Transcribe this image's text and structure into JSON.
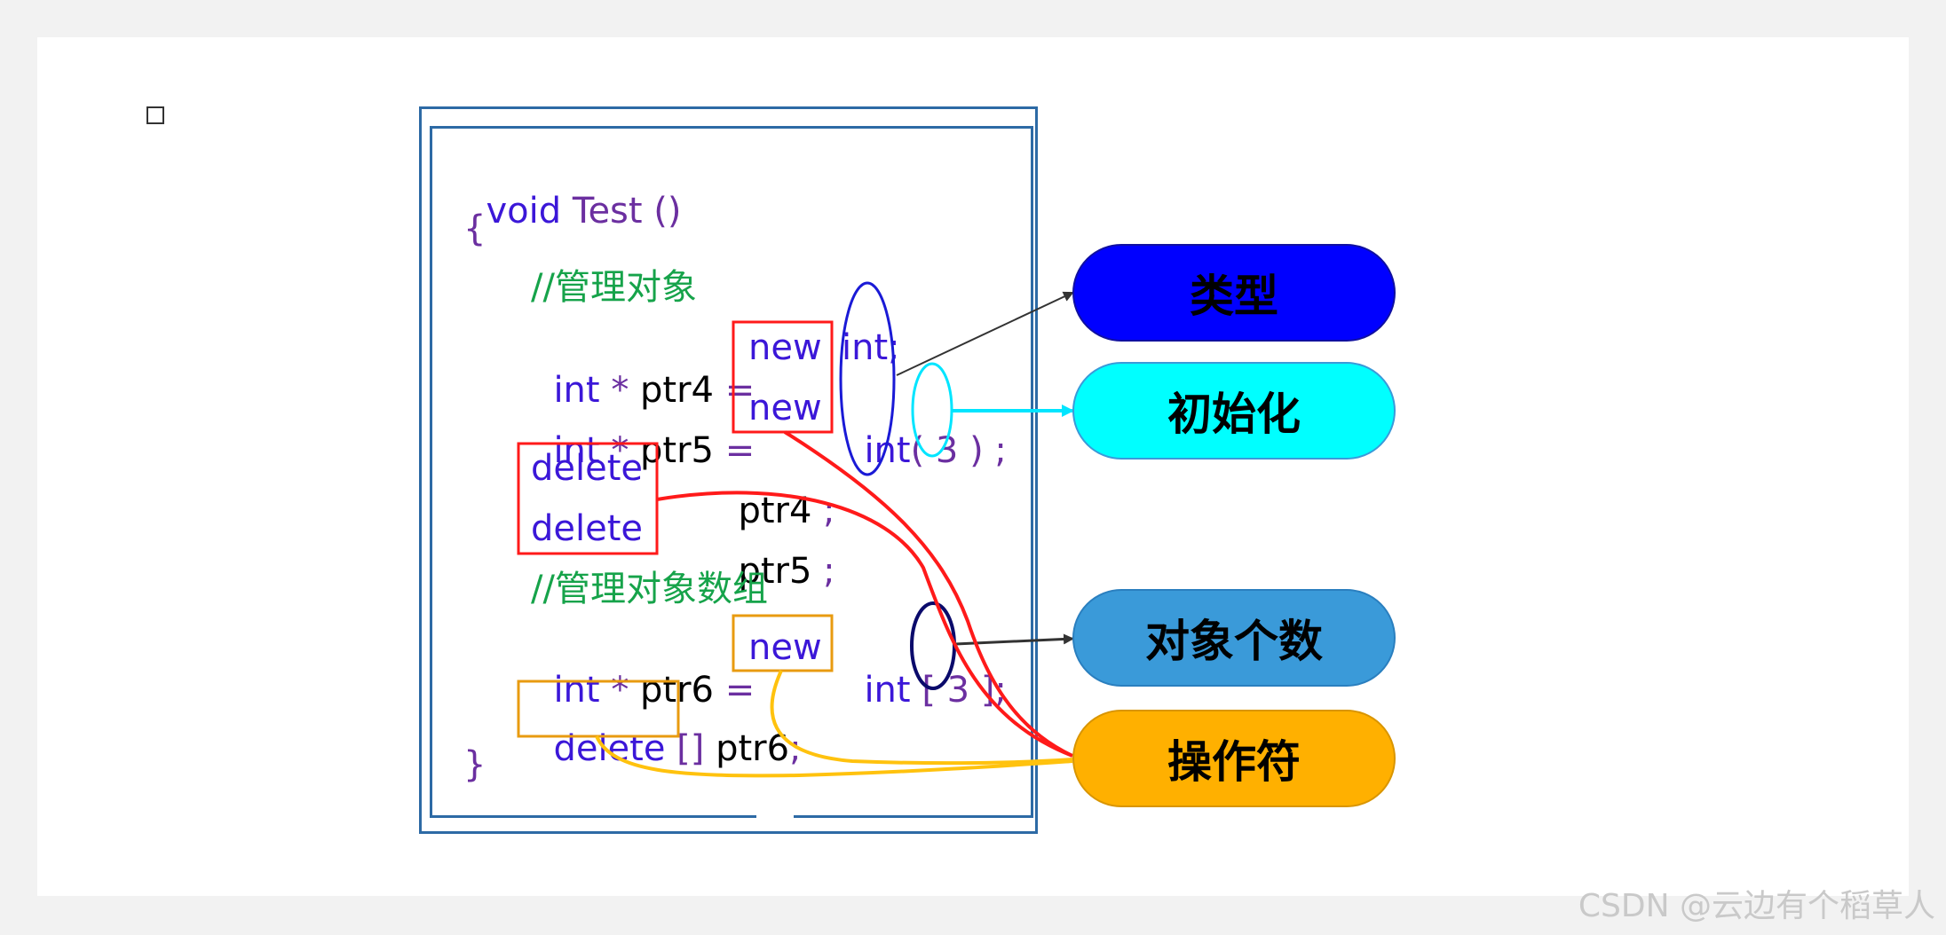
{
  "code": {
    "line1": {
      "kw": "void",
      "name": "Test ()"
    },
    "open_brace": "{",
    "comment1": "//管理对象",
    "line_ptr4": {
      "type": "int",
      "star": "*",
      "var": "ptr4",
      "eq": "=",
      "op": "new",
      "t": "int;"
    },
    "line_ptr5": {
      "type": "int",
      "star": "*",
      "var": "ptr5",
      "eq": "=",
      "op": "new",
      "t": "int",
      "lp": "(",
      "n": "3",
      "rp": ")",
      "semi": ";"
    },
    "delete1": {
      "op": "delete",
      "var": "ptr4",
      "semi": ";"
    },
    "delete2": {
      "op": "delete",
      "var": "ptr5",
      "semi": ";"
    },
    "comment2": "//管理对象数组",
    "line_ptr6": {
      "type": "int",
      "star": "*",
      "var": "ptr6",
      "eq": "=",
      "op": "new",
      "t": "int",
      "lb": "[",
      "n": "3",
      "rb": "]",
      "semi": ";"
    },
    "delete3": {
      "op": "delete",
      "brackets": "[]",
      "var": "ptr6",
      "semi": ";"
    },
    "close_brace": "}"
  },
  "labels": {
    "type": {
      "text": "类型",
      "color": "#0000ff"
    },
    "init": {
      "text": "初始化",
      "color": "#00ffff"
    },
    "count": {
      "text": "对象个数",
      "color": "#3a9ad9"
    },
    "operator": {
      "text": "操作符",
      "color": "#ffb000"
    }
  },
  "colors": {
    "frame": "#2d6aa5",
    "red_box": "#ff1a1a",
    "orange_box": "#e89b10",
    "blue_ellipse": "#1a1ad6",
    "cyan_ellipse": "#00e5ff",
    "navy_ellipse": "#0a0a6b"
  },
  "watermark": "CSDN @云边有个稻草人"
}
